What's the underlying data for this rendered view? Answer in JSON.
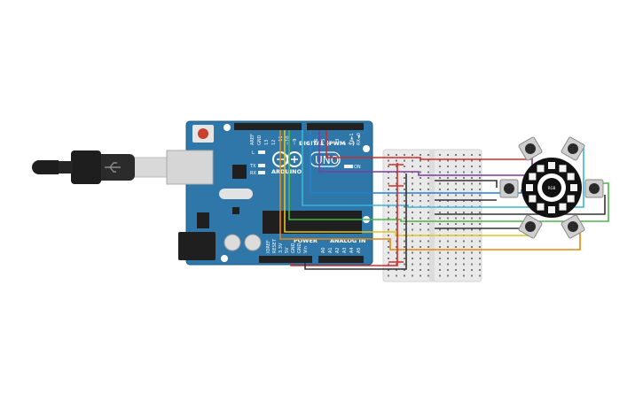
{
  "board": {
    "brand": "ARDUINO",
    "model": "UNO",
    "digital_header": "DIGITAL (PWM ~)",
    "power_header": "POWER",
    "analog_header": "ANALOG IN",
    "led_l": "L",
    "led_tx": "TX",
    "led_rx": "RX",
    "led_on": "ON",
    "pins_top": [
      "AREF",
      "GND",
      "13",
      "12",
      "~11",
      "~10",
      "~9",
      "8",
      "7",
      "~6",
      "~5",
      "4",
      "~3",
      "2",
      "TX►1",
      "RX◄0"
    ],
    "pins_power": [
      "IOREF",
      "RESET",
      "3.3V",
      "5V",
      "GND",
      "GND",
      "Vin"
    ],
    "pins_analog": [
      "A0",
      "A1",
      "A2",
      "A3",
      "A4",
      "A5"
    ]
  },
  "neopixel_ring": {
    "center_label": "RGB"
  },
  "buttons": {
    "count": 6
  },
  "wires": [
    {
      "name": "wire-orange",
      "color": "#e8870d"
    },
    {
      "name": "wire-yellow",
      "color": "#e3c51b"
    },
    {
      "name": "wire-green",
      "color": "#4cb648"
    },
    {
      "name": "wire-cyan",
      "color": "#3bb5d6"
    },
    {
      "name": "wire-blue",
      "color": "#2a7fd1"
    },
    {
      "name": "wire-purple",
      "color": "#7d3ca2"
    },
    {
      "name": "wire-red",
      "color": "#d62a2a"
    },
    {
      "name": "wire-black",
      "color": "#333333"
    }
  ]
}
